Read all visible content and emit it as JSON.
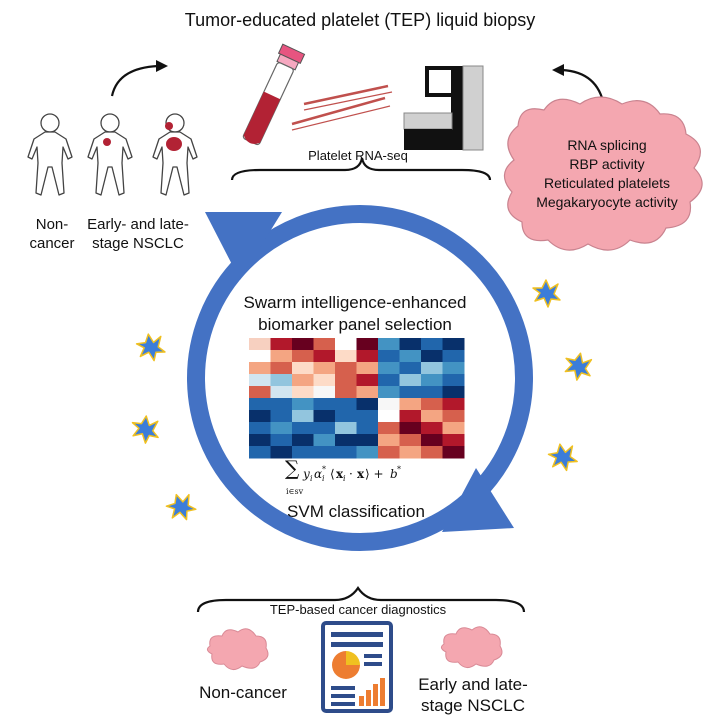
{
  "title": "Tumor-educated platelet (TEP) liquid biopsy",
  "patients": {
    "noncancer_label_line1": "Non-",
    "noncancer_label_line2": "cancer",
    "nsclc_label_line1": "Early- and late-",
    "nsclc_label_line2": "stage NSCLC"
  },
  "rnaseq_label": "Platelet RNA-seq",
  "processes": [
    "RNA splicing",
    "RBP activity",
    "Reticulated platelets",
    "Megakaryocyte activity"
  ],
  "center": {
    "line1": "Swarm intelligence-enhanced",
    "line2": "biomarker panel selection",
    "classification": "SVM classification"
  },
  "diagnostics": {
    "label": "TEP-based cancer diagnostics",
    "noncancer": "Non-cancer",
    "nsclc_line1": "Early and late-",
    "nsclc_line2": "stage NSCLC"
  },
  "colors": {
    "cycle_blue": "#4472C4",
    "bird_blue": "#3C7DD9",
    "bird_yellow": "#F0C020",
    "cloud_pink": "#F4A7B0",
    "blood_red": "#B22234",
    "tube_cap": "#E75480",
    "heatmap_dark_blue": "#08306B",
    "heatmap_dark_red": "#8B0A1E"
  },
  "heatmap": [
    [
      "#f7d0c0",
      "#b2182b",
      "#67001f",
      "#d6604d",
      "#ffffff",
      "#67001f",
      "#4393c3",
      "#08306b",
      "#2166ac",
      "#08306b"
    ],
    [
      "#ffffff",
      "#f4a582",
      "#d6604d",
      "#b2182b",
      "#fddbc7",
      "#b2182b",
      "#2166ac",
      "#4393c3",
      "#08306b",
      "#2166ac"
    ],
    [
      "#f4a582",
      "#d6604d",
      "#fddbc7",
      "#f4a582",
      "#d6604d",
      "#f4a582",
      "#4393c3",
      "#2166ac",
      "#92c5de",
      "#4393c3"
    ],
    [
      "#d1e5f0",
      "#92c5de",
      "#f4a582",
      "#fddbc7",
      "#d6604d",
      "#b2182b",
      "#2166ac",
      "#92c5de",
      "#4393c3",
      "#2166ac"
    ],
    [
      "#d6604d",
      "#d1e5f0",
      "#fddbc7",
      "#f7f7f7",
      "#d6604d",
      "#f4a582",
      "#4393c3",
      "#2166ac",
      "#2166ac",
      "#08306b"
    ],
    [
      "#2166ac",
      "#2166ac",
      "#4393c3",
      "#2166ac",
      "#2166ac",
      "#08306b",
      "#f7f7f7",
      "#f4a582",
      "#d6604d",
      "#b2182b"
    ],
    [
      "#08306b",
      "#2166ac",
      "#92c5de",
      "#08306b",
      "#2166ac",
      "#2166ac",
      "#ffffff",
      "#b2182b",
      "#f4a582",
      "#d6604d"
    ],
    [
      "#2166ac",
      "#4393c3",
      "#2166ac",
      "#2166ac",
      "#92c5de",
      "#2166ac",
      "#d6604d",
      "#67001f",
      "#b2182b",
      "#f4a582"
    ],
    [
      "#08306b",
      "#2166ac",
      "#08306b",
      "#4393c3",
      "#08306b",
      "#08306b",
      "#f4a582",
      "#d6604d",
      "#67001f",
      "#b2182b"
    ],
    [
      "#2166ac",
      "#08306b",
      "#2166ac",
      "#2166ac",
      "#2166ac",
      "#4393c3",
      "#d6604d",
      "#f4a582",
      "#d6604d",
      "#67001f"
    ]
  ]
}
